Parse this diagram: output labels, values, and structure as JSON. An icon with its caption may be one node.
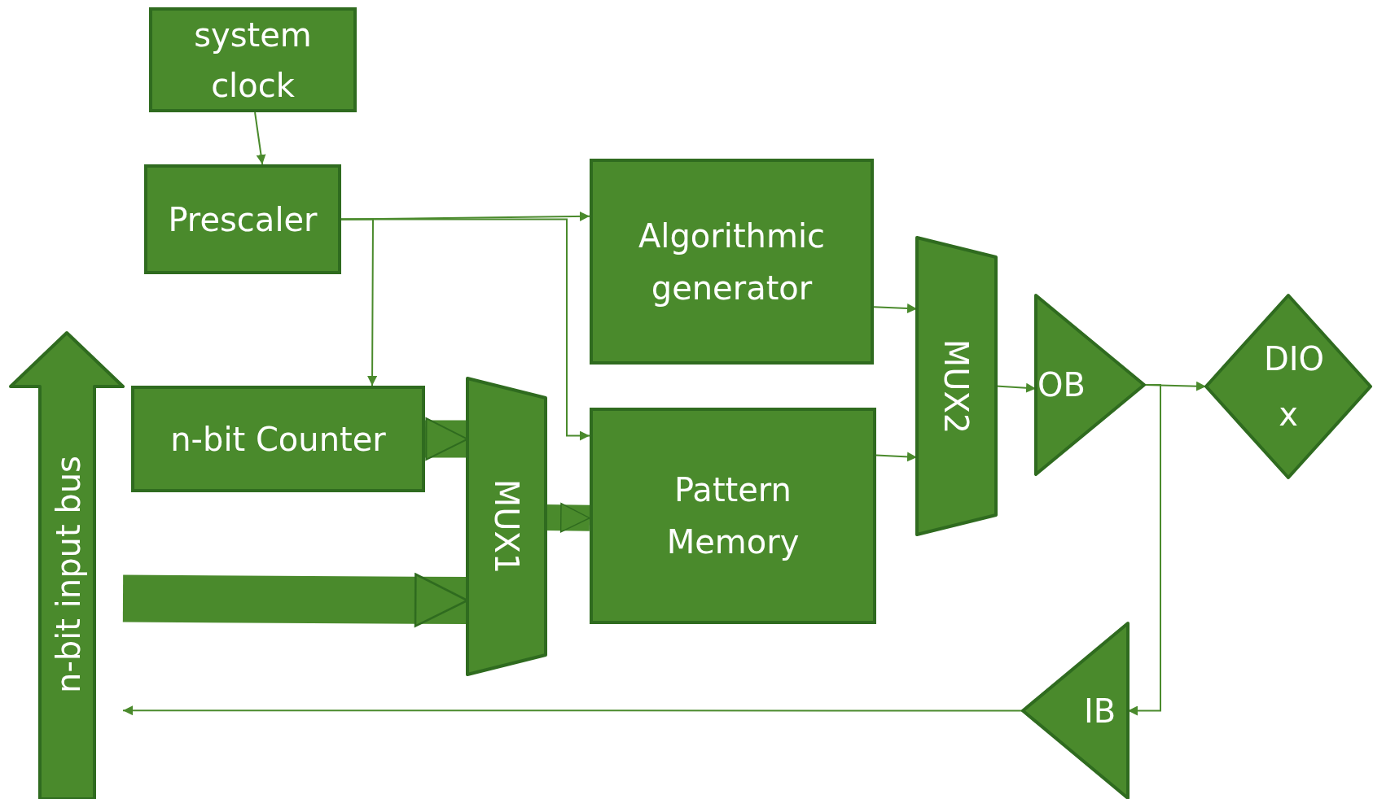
{
  "diagram": {
    "nodes": [
      {
        "text": [
          "system clock"
        ]
      },
      {
        "text": [
          "Prescaler"
        ]
      },
      {
        "text": [
          "Algorithmic generator"
        ]
      },
      {
        "text": [
          "n-bit Counter"
        ]
      },
      {
        "text": [
          "MUX1"
        ]
      },
      {
        "text": [
          "Pattern Memory"
        ]
      },
      {
        "text": [
          "MUX2"
        ]
      },
      {
        "text": [
          "OB"
        ]
      },
      {
        "text": [
          "DIO x"
        ]
      },
      {
        "text": [
          "IB"
        ]
      },
      {
        "text": [
          "n-bit input bus"
        ]
      }
    ],
    "edges": [
      {
        "from": 0,
        "to": 1,
        "arrow": "to"
      },
      {
        "from": 1,
        "to": 2,
        "arrow": "to"
      },
      {
        "from": 1,
        "to": 3,
        "arrow": "to"
      },
      {
        "from": 1,
        "to": 5,
        "arrow": "to"
      },
      {
        "from": 2,
        "to": 6,
        "arrow": "to"
      },
      {
        "from": 5,
        "to": 6,
        "arrow": "to"
      },
      {
        "from": 3,
        "to": 4,
        "arrow": "to",
        "style": "thick"
      },
      {
        "from": 10,
        "to": 4,
        "arrow": "to",
        "style": "thick"
      },
      {
        "from": 4,
        "to": 5,
        "arrow": "to",
        "style": "thick"
      },
      {
        "from": 6,
        "to": 7,
        "arrow": "to"
      },
      {
        "from": 7,
        "to": 8,
        "arrow": "to"
      },
      {
        "from": 7,
        "to": 9,
        "arrow": "to"
      },
      {
        "from": 9,
        "to": 10,
        "arrow": "to"
      }
    ]
  }
}
